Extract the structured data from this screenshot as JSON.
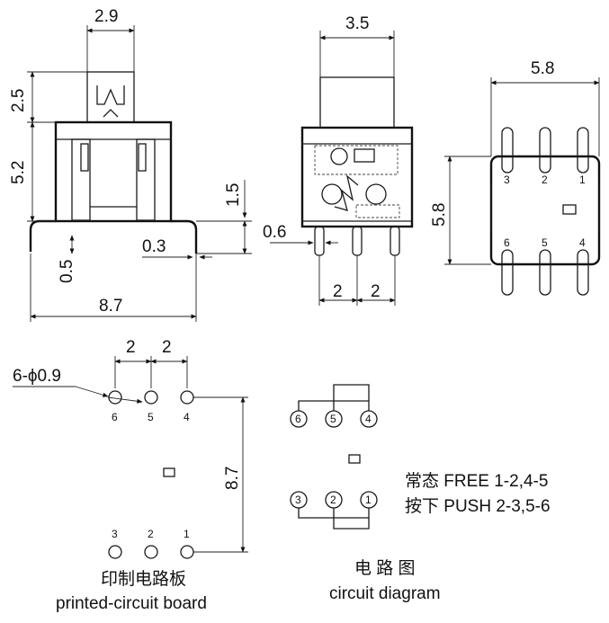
{
  "side_view": {
    "dim_top_width": "2.9",
    "dim_actuator_height": "2.5",
    "dim_body_height": "5.2",
    "dim_lead_bend": "0.5",
    "dim_lead_thickness": "0.3",
    "dim_offset": "1.5",
    "dim_total_width": "8.7"
  },
  "front_view": {
    "dim_actuator_width": "3.5",
    "dim_pin_width": "0.6",
    "dim_pitch_left": "2",
    "dim_pitch_right": "2"
  },
  "top_view": {
    "dim_width": "5.8",
    "dim_height": "5.8",
    "pins_top": [
      "3",
      "2",
      "1"
    ],
    "pins_bottom": [
      "6",
      "5",
      "4"
    ]
  },
  "pcb_layout": {
    "dim_pitch_left": "2",
    "dim_pitch_right": "2",
    "hole_spec": "6-ϕ0.9",
    "dim_row_spacing": "8.7",
    "pins_top": [
      "6",
      "5",
      "4"
    ],
    "pins_bottom": [
      "3",
      "2",
      "1"
    ],
    "label_cn": "印制电路板",
    "label_en": "printed-circuit board"
  },
  "circuit": {
    "pins_top": [
      "6",
      "5",
      "4"
    ],
    "pins_bottom": [
      "3",
      "2",
      "1"
    ],
    "state_free": "常态 FREE 1-2,4-5",
    "state_push": "按下 PUSH 2-3,5-6",
    "label_cn": "电 路 图",
    "label_en": "circuit diagram"
  }
}
